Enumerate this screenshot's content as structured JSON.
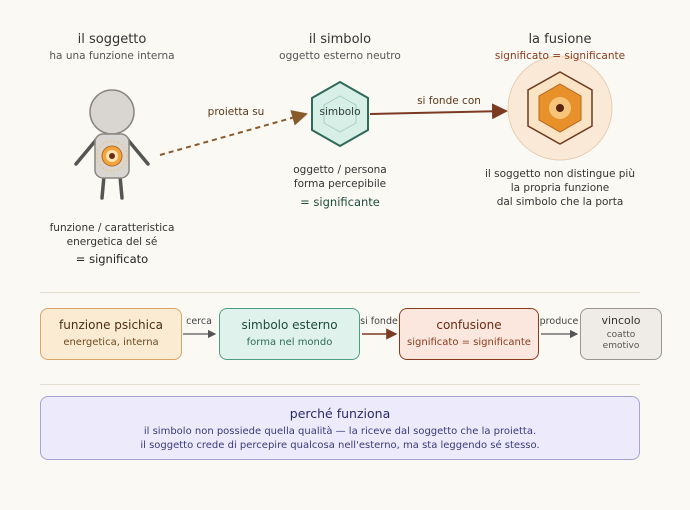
{
  "top": {
    "soggetto": {
      "title": "il soggetto",
      "subtitle": "ha una funzione interna",
      "caption_line1": "funzione / caratteristica",
      "caption_line2": "energetica del sé",
      "caption_sig": "= significato"
    },
    "simbolo": {
      "title": "il simbolo",
      "subtitle": "oggetto esterno neutro",
      "hex_label": "simbolo",
      "caption_line1": "oggetto / persona",
      "caption_line2": "forma percepibile",
      "caption_sig": "= significante"
    },
    "fusione": {
      "title": "la fusione",
      "subtitle": "significato = significante",
      "caption_line1": "il soggetto non distingue più",
      "caption_line2": "la propria funzione",
      "caption_line3": "dal simbolo che la porta"
    },
    "arrow_proietta": "proietta su",
    "arrow_fonde": "si fonde con"
  },
  "flow": {
    "boxes": [
      {
        "title": "funzione psichica",
        "subtitle": "energetica, interna"
      },
      {
        "title": "simbolo esterno",
        "subtitle": "forma nel mondo"
      },
      {
        "title": "confusione",
        "subtitle": "significato = significante"
      },
      {
        "title": "vincolo",
        "subtitle_line1": "coatto",
        "subtitle_line2": "emotivo"
      }
    ],
    "arrows": [
      "cerca",
      "si fonde",
      "produce"
    ]
  },
  "info": {
    "title": "perché funziona",
    "line1": "il simbolo non possiede quella qualità — la riceve dal soggetto che la proietta.",
    "line2": "il soggetto crede di percepire qualcosa nell'esterno, ma sta leggendo sé stesso."
  },
  "colors": {
    "background": "#fbf9f4",
    "hex_green": "#2f6a5a",
    "arrow_brown": "#7a3b22",
    "dash_brown": "#8b5a2b",
    "fusion_orange": "#e8902a",
    "info_purple": "#eceafb"
  }
}
